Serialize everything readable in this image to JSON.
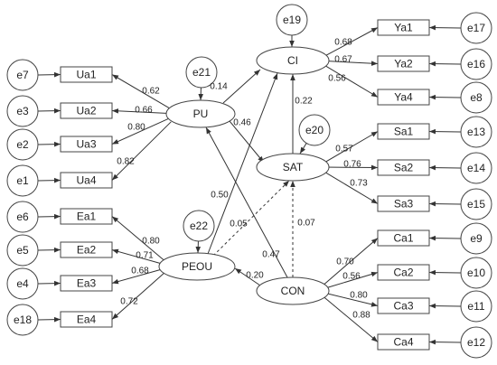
{
  "latent": [
    {
      "id": "PU",
      "label": "PU"
    },
    {
      "id": "CI",
      "label": "CI"
    },
    {
      "id": "SAT",
      "label": "SAT"
    },
    {
      "id": "PEOU",
      "label": "PEOU"
    },
    {
      "id": "CON",
      "label": "CON"
    }
  ],
  "structural_errors": [
    {
      "id": "e19",
      "label": "e19"
    },
    {
      "id": "e21",
      "label": "e21"
    },
    {
      "id": "e20",
      "label": "e20"
    },
    {
      "id": "e22",
      "label": "e22"
    }
  ],
  "indicators": [
    {
      "id": "Ua1",
      "label": "Ua1",
      "error": "e7",
      "loading": "0.62"
    },
    {
      "id": "Ua2",
      "label": "Ua2",
      "error": "e3",
      "loading": "0.66"
    },
    {
      "id": "Ua3",
      "label": "Ua3",
      "error": "e2",
      "loading": "0.80"
    },
    {
      "id": "Ua4",
      "label": "Ua4",
      "error": "e1",
      "loading": "0.82"
    },
    {
      "id": "Ea1",
      "label": "Ea1",
      "error": "e6",
      "loading": "0.80"
    },
    {
      "id": "Ea2",
      "label": "Ea2",
      "error": "e5",
      "loading": "0.71"
    },
    {
      "id": "Ea3",
      "label": "Ea3",
      "error": "e4",
      "loading": "0.68"
    },
    {
      "id": "Ea4",
      "label": "Ea4",
      "error": "e18",
      "loading": "0.72"
    },
    {
      "id": "Ya1",
      "label": "Ya1",
      "error": "e17",
      "loading": "0.68"
    },
    {
      "id": "Ya2",
      "label": "Ya2",
      "error": "e16",
      "loading": "0.67"
    },
    {
      "id": "Ya4",
      "label": "Ya4",
      "error": "e8",
      "loading": "0.56"
    },
    {
      "id": "Sa1",
      "label": "Sa1",
      "error": "e13",
      "loading": "0.57"
    },
    {
      "id": "Sa2",
      "label": "Sa2",
      "error": "e14",
      "loading": "0.76"
    },
    {
      "id": "Sa3",
      "label": "Sa3",
      "error": "e15",
      "loading": "0.73"
    },
    {
      "id": "Ca1",
      "label": "Ca1",
      "error": "e9",
      "loading": "0.70"
    },
    {
      "id": "Ca2",
      "label": "Ca2",
      "error": "e10",
      "loading": "0.56"
    },
    {
      "id": "Ca3",
      "label": "Ca3",
      "error": "e11",
      "loading": "0.80"
    },
    {
      "id": "Ca4",
      "label": "Ca4",
      "error": "e12",
      "loading": "0.88"
    }
  ],
  "paths": [
    {
      "from": "PU",
      "to": "CI",
      "coef": "0.14",
      "style": "solid"
    },
    {
      "from": "PU",
      "to": "SAT",
      "coef": "0.46",
      "style": "solid"
    },
    {
      "from": "SAT",
      "to": "CI",
      "coef": "0.22",
      "style": "solid"
    },
    {
      "from": "PEOU",
      "to": "CI",
      "coef": "0.50",
      "style": "solid"
    },
    {
      "from": "PEOU",
      "to": "SAT",
      "coef": "0.05",
      "style": "dashed"
    },
    {
      "from": "CON",
      "to": "SAT",
      "coef": "0.07",
      "style": "dashed"
    },
    {
      "from": "CON",
      "to": "PU",
      "coef": "0.47",
      "style": "solid"
    },
    {
      "from": "CON",
      "to": "PEOU",
      "coef": "0.20",
      "style": "solid"
    }
  ]
}
